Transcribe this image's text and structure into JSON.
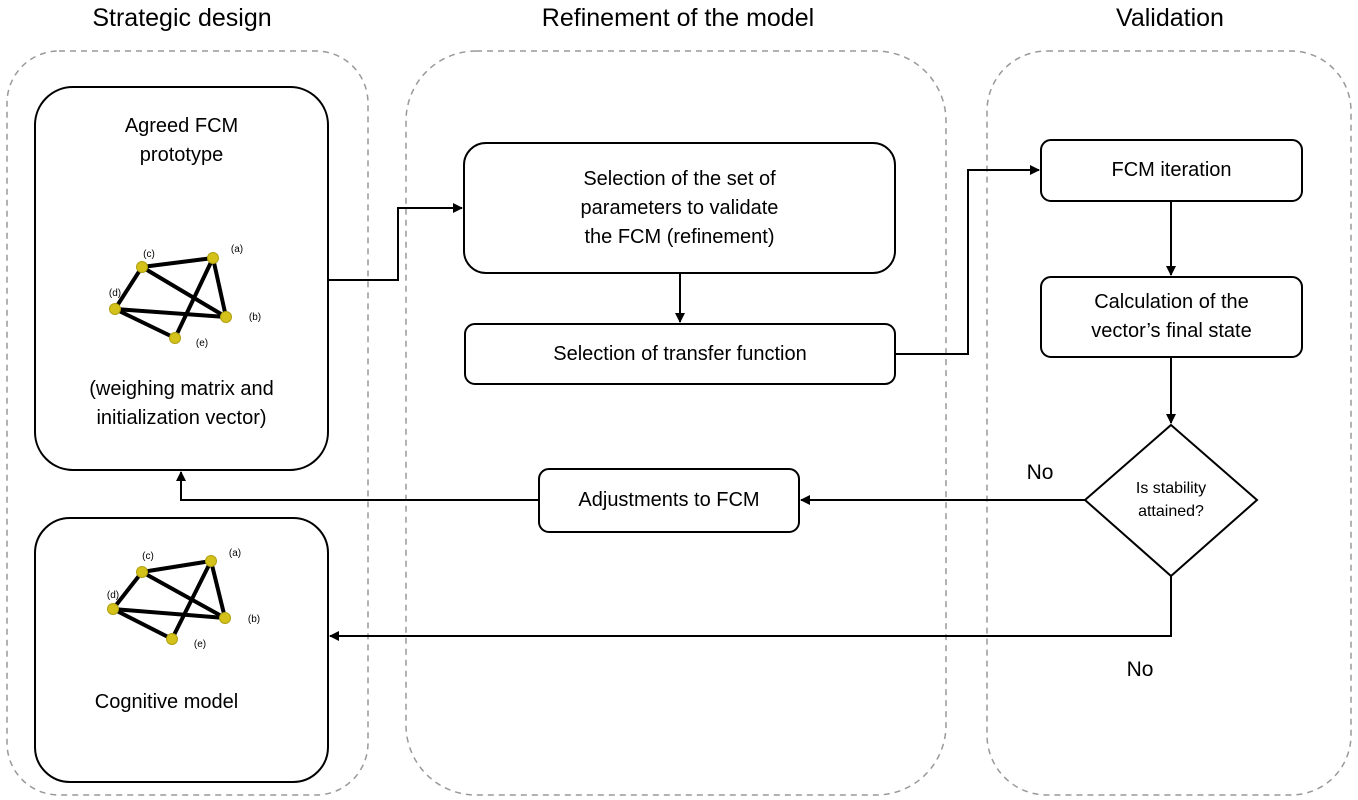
{
  "columns": {
    "strategic": "Strategic design",
    "refinement": "Refinement of the model",
    "validation": "Validation"
  },
  "boxes": {
    "prototype_title_l1": "Agreed FCM",
    "prototype_title_l2": "prototype",
    "prototype_note_l1": "(weighing matrix and",
    "prototype_note_l2": "initialization vector)",
    "cognitive_model": "Cognitive model",
    "selection_params_l1": "Selection of the set of",
    "selection_params_l2": "parameters to validate",
    "selection_params_l3": "the FCM (refinement)",
    "transfer_function": "Selection of transfer function",
    "adjustments": "Adjustments to FCM",
    "fcm_iteration": "FCM iteration",
    "final_state_l1": "Calculation of the",
    "final_state_l2": "vector’s final state",
    "decision_l1": "Is stability",
    "decision_l2": "attained?"
  },
  "edge_labels": {
    "no_top": "No",
    "no_bottom": "No"
  },
  "graph": {
    "node_labels": [
      "(a)",
      "(b)",
      "(c)",
      "(d)",
      "(e)"
    ],
    "node_color": "#d4c21a",
    "edges": [
      [
        "c",
        "a"
      ],
      [
        "c",
        "d"
      ],
      [
        "d",
        "b"
      ],
      [
        "a",
        "b"
      ],
      [
        "a",
        "e"
      ],
      [
        "c",
        "b"
      ],
      [
        "d",
        "e"
      ]
    ]
  },
  "colors": {
    "stroke": "#000000",
    "dashed": "#999999"
  }
}
